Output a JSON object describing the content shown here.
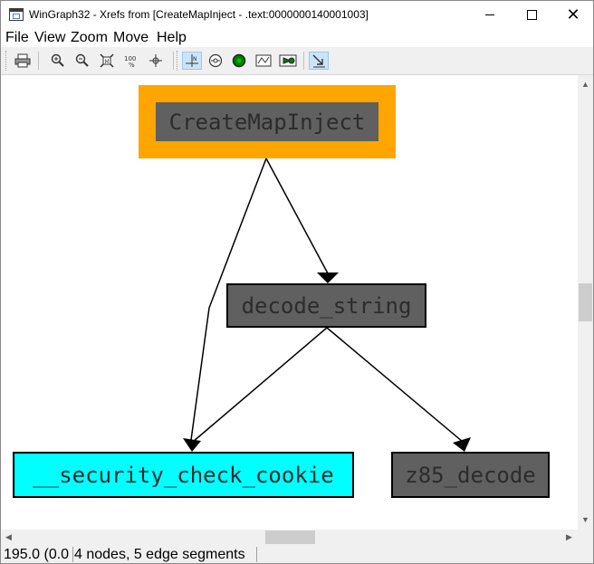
{
  "window": {
    "title": "WinGraph32 - Xrefs from [CreateMapInject - .text:0000000140001003]",
    "controls": {
      "minimize": "minimize",
      "maximize": "maximize",
      "close": "✕"
    }
  },
  "menu": {
    "file": "File",
    "view": "View",
    "zoom": "Zoom",
    "move": "Move",
    "help": "Help"
  },
  "toolbar": {
    "buttons": [
      {
        "name": "print",
        "icon": "printer-icon",
        "active": false
      },
      {
        "name": "zoom-in",
        "icon": "zoom-in-icon",
        "active": false
      },
      {
        "name": "zoom-out",
        "icon": "zoom-out-icon",
        "active": false
      },
      {
        "name": "fit-window",
        "icon": "fit-window-icon",
        "active": false
      },
      {
        "name": "zoom-100",
        "icon": "zoom-100-icon",
        "label": "100",
        "active": false
      },
      {
        "name": "center",
        "icon": "crosshair-icon",
        "active": false
      },
      {
        "name": "layout-north",
        "icon": "north-icon",
        "active": true
      },
      {
        "name": "layout-circle",
        "icon": "circle-icon",
        "active": false
      },
      {
        "name": "node-green",
        "icon": "green-node-icon",
        "active": false
      },
      {
        "name": "layout-edges",
        "icon": "edges-icon",
        "active": false
      },
      {
        "name": "node-arrow",
        "icon": "node-arrow-icon",
        "active": false
      },
      {
        "name": "follow-edge",
        "icon": "follow-edge-icon",
        "active": true
      }
    ],
    "colors": {
      "active_bg": "#cce4f7",
      "node_green": "#008000"
    }
  },
  "graph": {
    "nodes": [
      {
        "id": "root",
        "label": "CreateMapInject",
        "fill": "#ffa500",
        "text_bg": "#606060"
      },
      {
        "id": "decode",
        "label": "decode_string",
        "fill": "#606060"
      },
      {
        "id": "cookie",
        "label": "__security_check_cookie",
        "fill": "#00ffff"
      },
      {
        "id": "z85",
        "label": "z85_decode",
        "fill": "#606060"
      }
    ],
    "edges": [
      {
        "from": "CreateMapInject",
        "to": "decode_string"
      },
      {
        "from": "CreateMapInject",
        "to": "__security_check_cookie"
      },
      {
        "from": "decode_string",
        "to": "__security_check_cookie"
      },
      {
        "from": "decode_string",
        "to": "z85_decode"
      }
    ]
  },
  "status": {
    "coords": "195.0 (0.0",
    "info": "4 nodes, 5 edge segments"
  }
}
